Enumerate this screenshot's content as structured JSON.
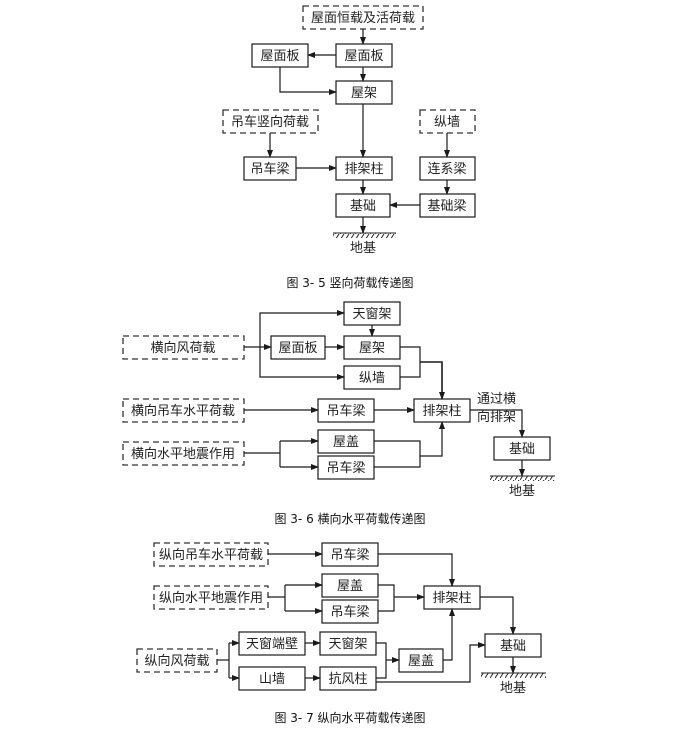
{
  "figures": [
    {
      "id": "fig-3-5",
      "caption": "图 3- 5  竖向荷载传递图",
      "nodes": {
        "roof_load": "屋面恒载及活荷载",
        "roof_slab_left": "屋面板",
        "roof_slab": "屋面板",
        "roof_truss": "屋架",
        "crane_vertical_load": "吊车竖向荷载",
        "longitudinal_wall": "纵墙",
        "crane_beam": "吊车梁",
        "bent_column": "排架柱",
        "tie_beam": "连系梁",
        "foundation": "基础",
        "foundation_beam": "基础梁",
        "subgrade": "地基"
      }
    },
    {
      "id": "fig-3-6",
      "caption": "图 3- 6 横向水平荷载传递图",
      "nodes": {
        "transverse_wind": "横向风荷载",
        "skylight_frame": "天窗架",
        "roof_slab": "屋面板",
        "roof_truss": "屋架",
        "longitudinal_wall": "纵墙",
        "transverse_crane_load": "横向吊车水平荷载",
        "crane_beam_1": "吊车梁",
        "bent_column": "排架柱",
        "transverse_seismic": "横向水平地震作用",
        "roof_cover": "屋盖",
        "crane_beam_2": "吊车梁",
        "via_transverse_bent_1": "通过横",
        "via_transverse_bent_2": "向排架",
        "foundation": "基础",
        "subgrade": "地基"
      }
    },
    {
      "id": "fig-3-7",
      "caption": "图 3- 7 纵向水平荷载传递图",
      "nodes": {
        "longitudinal_crane_load": "纵向吊车水平荷载",
        "crane_beam_1": "吊车梁",
        "longitudinal_seismic": "纵向水平地震作用",
        "roof_cover_1": "屋盖",
        "crane_beam_2": "吊车梁",
        "bent_column": "排架柱",
        "longitudinal_wind": "纵向风荷载",
        "skylight_end_wall": "天窗端壁",
        "skylight_frame": "天窗架",
        "gable_wall": "山墙",
        "wind_column": "抗风柱",
        "roof_cover_2": "屋盖",
        "foundation": "基础",
        "subgrade": "地基"
      }
    }
  ]
}
